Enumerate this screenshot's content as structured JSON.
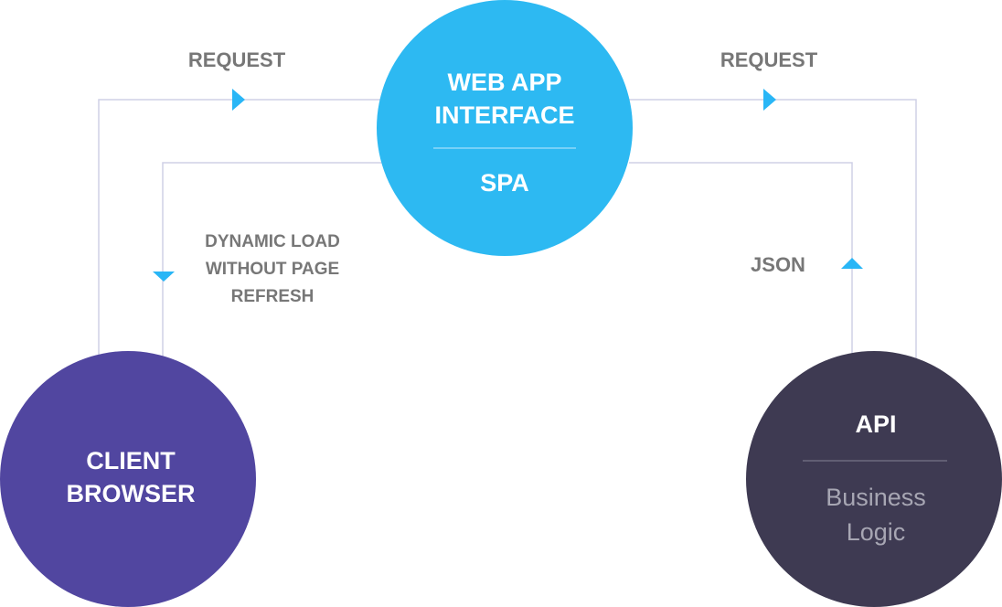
{
  "colors": {
    "connector": "#cfd0e6",
    "arrow": "#29b6f6",
    "web_app_node": "#2db9f2",
    "web_app_divider": "#8fd8fa",
    "client_node": "#5146a0",
    "api_node": "#3e3a52",
    "api_divider": "#6d6a7e",
    "label_text": "#777777",
    "muted_text": "#a7a6b3"
  },
  "nodes": {
    "web_app": {
      "title_line_1": "WEB APP",
      "title_line_2": "INTERFACE",
      "subtitle": "SPA"
    },
    "client": {
      "title_line_1": "CLIENT",
      "title_line_2": "BROWSER"
    },
    "api": {
      "title": "API",
      "subtitle_line_1": "Business",
      "subtitle_line_2": "Logic"
    }
  },
  "labels": {
    "request_left": "REQUEST",
    "request_right": "REQUEST",
    "dynamic_line_1": "DYNAMIC LOAD",
    "dynamic_line_2": "WITHOUT PAGE",
    "dynamic_line_3": "REFRESH",
    "json": "JSON"
  },
  "icons": {
    "arrow_request_left": "arrow-right-icon",
    "arrow_request_right": "arrow-right-icon",
    "arrow_dynamic_load": "arrow-down-icon",
    "arrow_json": "arrow-up-icon"
  }
}
